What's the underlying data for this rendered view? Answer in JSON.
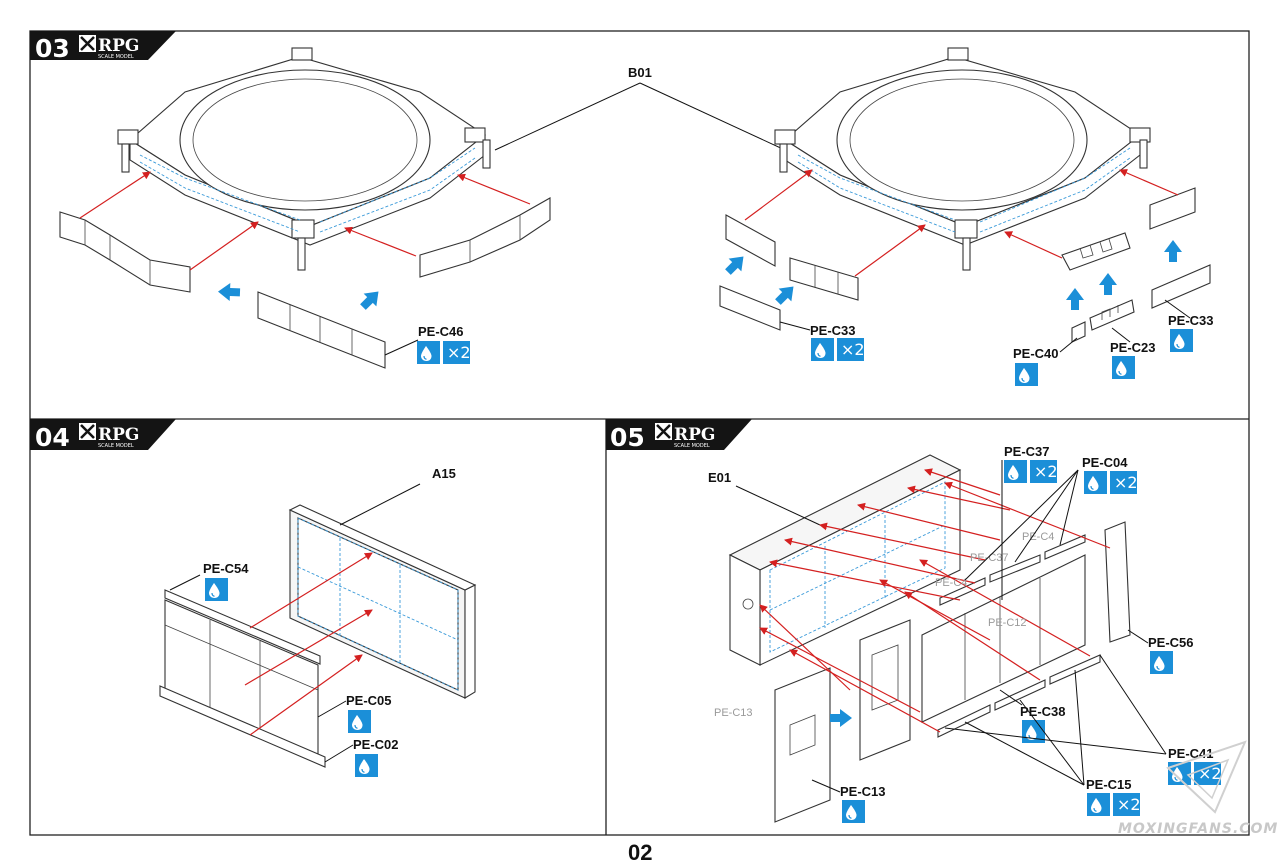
{
  "steps": [
    {
      "number": "03",
      "brand": "RPG",
      "brand_sub": "SCALE MODEL"
    },
    {
      "number": "04",
      "brand": "RPG",
      "brand_sub": "SCALE MODEL"
    },
    {
      "number": "05",
      "brand": "RPG",
      "brand_sub": "SCALE MODEL"
    }
  ],
  "labels": {
    "b01": "B01",
    "pe_c46": "PE-C46",
    "pe_c33_a": "PE-C33",
    "pe_c33_b": "PE-C33",
    "pe_c40": "PE-C40",
    "pe_c23": "PE-C23",
    "a15": "A15",
    "pe_c54": "PE-C54",
    "pe_c05": "PE-C05",
    "pe_c02": "PE-C02",
    "e01": "E01",
    "pe_c37": "PE-C37",
    "pe_c04": "PE-C04",
    "pe_c56": "PE-C56",
    "pe_c38": "PE-C38",
    "pe_c41": "PE-C41",
    "pe_c15": "PE-C15",
    "pe_c13": "PE-C13"
  },
  "ghost_labels": {
    "c37": "PE-C37",
    "c04": "PE-C4",
    "c41": "PE-C4",
    "c12": "PE-C12",
    "c13": "PE-C13"
  },
  "badges": {
    "x2": "×2"
  },
  "page_number": "02",
  "watermark": "MOXINGFANS.COM",
  "colors": {
    "accent_blue": "#1b8fd8",
    "arrow_red": "#d42020",
    "detail_blue": "#3a9ad9",
    "header_black": "#141414"
  },
  "icons": [
    "glue-drop-icon",
    "blue-arrow-icon",
    "red-arrow-icon"
  ]
}
